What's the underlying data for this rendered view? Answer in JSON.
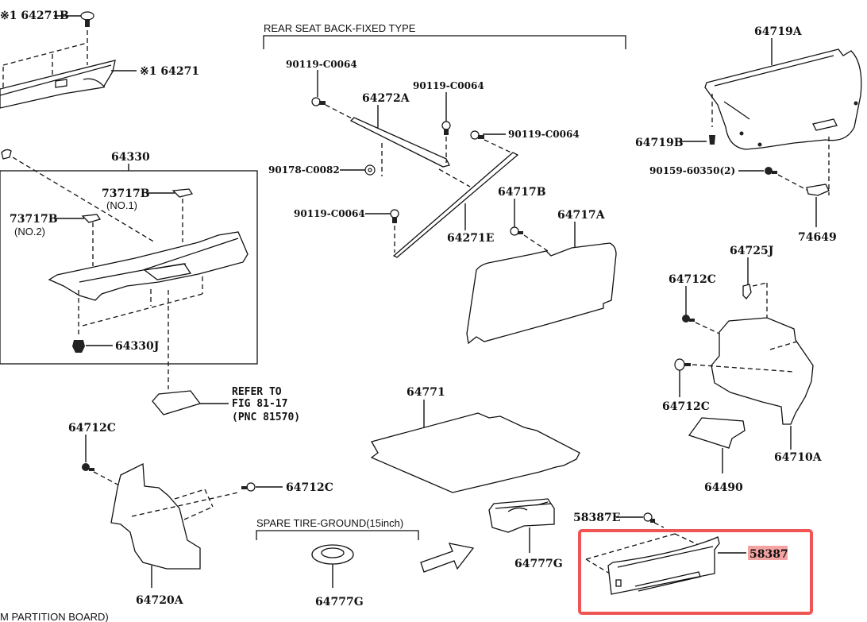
{
  "diagram": {
    "sections": {
      "rear_seat_back": "REAR SEAT BACK-FIXED TYPE",
      "spare_tire": "SPARE TIRE-GROUND(15inch)",
      "bottom_note": "M PARTITION BOARD)"
    },
    "refer_note": {
      "line1": "REFER TO",
      "line2": "FIG 81-17",
      "line3": "(PNC 81570)"
    },
    "parts": {
      "p64271B": "※1 64271B",
      "p64271": "※1 64271",
      "p64330": "64330",
      "p73717B_no1": "73717B",
      "p73717B_no1_sub": "(NO.1)",
      "p73717B_no2": "73717B",
      "p73717B_no2_sub": "(NO.2)",
      "p64330J": "64330J",
      "p90119_a": "90119-C0064",
      "p90119_b": "90119-C0064",
      "p90119_c": "90119-C0064",
      "p90119_d": "90119-C0064",
      "p64272A": "64272A",
      "p90178": "90178-C0082",
      "p64271E": "64271E",
      "p64717B": "64717B",
      "p64717A": "64717A",
      "p64719A": "64719A",
      "p64719B": "64719B",
      "p90159": "90159-60350(2)",
      "p74649": "74649",
      "p64725J": "64725J",
      "p64712C_r1": "64712C",
      "p64712C_r2": "64712C",
      "p64710A": "64710A",
      "p64490": "64490",
      "p64771": "64771",
      "p64712C_l1": "64712C",
      "p64712C_l2": "64712C",
      "p64720A": "64720A",
      "p64777G_a": "64777G",
      "p64777G_b": "64777G",
      "p58387E": "58387E",
      "p58387": "58387"
    },
    "highlight": {
      "selected_part": "58387",
      "color": "#f05555"
    }
  }
}
